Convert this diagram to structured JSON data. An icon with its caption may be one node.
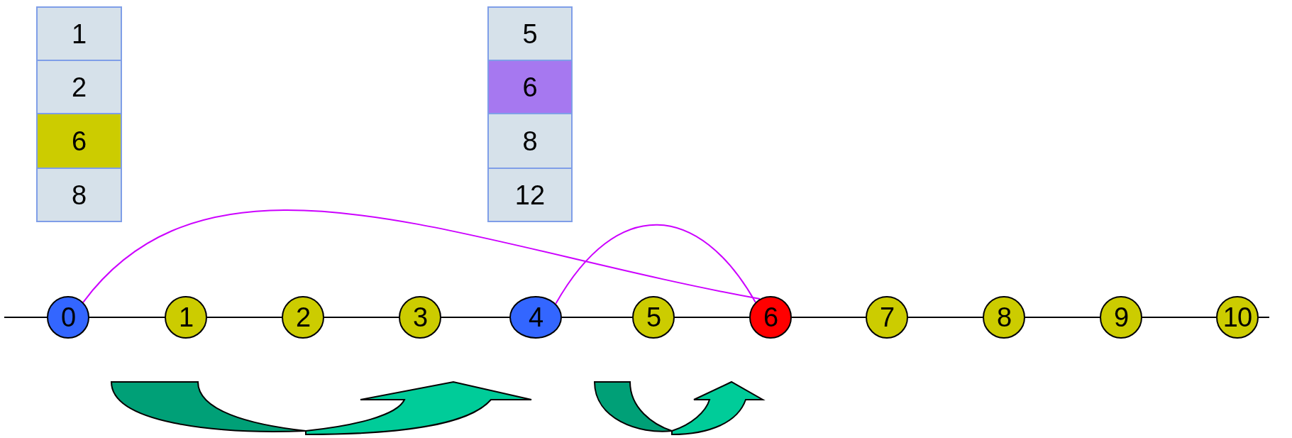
{
  "diagram": {
    "nodes": [
      {
        "text": [
          "1"
        ]
      },
      {
        "text": [
          "2"
        ]
      },
      {
        "text": [
          "6"
        ]
      },
      {
        "text": [
          "8"
        ]
      },
      {
        "text": [
          "5"
        ]
      },
      {
        "text": [
          "6"
        ]
      },
      {
        "text": [
          "8"
        ]
      },
      {
        "text": [
          "12"
        ]
      },
      {
        "text": [
          "0"
        ]
      },
      {
        "text": [
          "1"
        ]
      },
      {
        "text": [
          "2"
        ]
      },
      {
        "text": [
          "3"
        ]
      },
      {
        "text": [
          "4"
        ]
      },
      {
        "text": [
          "5"
        ]
      },
      {
        "text": [
          "6"
        ]
      },
      {
        "text": [
          "7"
        ]
      },
      {
        "text": [
          "8"
        ]
      },
      {
        "text": [
          "9"
        ]
      },
      {
        "text": [
          "10"
        ]
      }
    ],
    "edges": [
      {
        "from": null,
        "to": 8,
        "arrow": "none"
      },
      {
        "from": 8,
        "to": 9,
        "arrow": "none"
      },
      {
        "from": 9,
        "to": 10,
        "arrow": "none"
      },
      {
        "from": 10,
        "to": 11,
        "arrow": "none"
      },
      {
        "from": 11,
        "to": 12,
        "arrow": "none"
      },
      {
        "from": 12,
        "to": 13,
        "arrow": "none"
      },
      {
        "from": 13,
        "to": 14,
        "arrow": "none"
      },
      {
        "from": 14,
        "to": 15,
        "arrow": "none"
      },
      {
        "from": 15,
        "to": 16,
        "arrow": "none"
      },
      {
        "from": 16,
        "to": 17,
        "arrow": "none"
      },
      {
        "from": 17,
        "to": 18,
        "arrow": "none"
      },
      {
        "from": 18,
        "to": null,
        "arrow": "none"
      },
      {
        "from": 8,
        "to": 14,
        "arrow": "none",
        "color": "#cc00ff"
      },
      {
        "from": 12,
        "to": 14,
        "arrow": "none",
        "color": "#cc00ff"
      }
    ]
  }
}
